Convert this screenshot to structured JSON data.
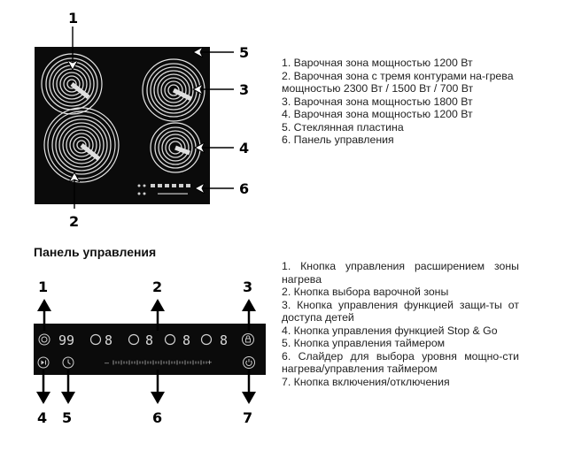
{
  "cooktop": {
    "callouts": [
      "1",
      "2",
      "3",
      "4",
      "5",
      "6"
    ],
    "legend": [
      "1. Варочная зона мощностью 1200 Вт",
      "2. Варочная зона с тремя контурами на-гревa мощностью 2300 Вт / 1500 Вт / 700 Вт",
      "3. Варочная зона мощностью 1800 Вт",
      "4. Варочная зона мощностью 1200 Вт",
      "5. Стеклянная пластина",
      "6. Панель управления"
    ]
  },
  "panel": {
    "title": "Панель управления",
    "callouts": [
      "1",
      "2",
      "3",
      "4",
      "5",
      "6",
      "7"
    ],
    "display_digits": "99",
    "zone_digit": "8",
    "slider_minus": "–",
    "slider_plus": "+",
    "legend": [
      "1. Кнопка управления расширением зоны нагрева",
      "2. Кнопка выбора варочной зоны",
      "3. Кнопка управления функцией защи-ты от доступа детей",
      "4. Кнопка управления функцией Stop & Go",
      "5. Кнопка управления таймером",
      "6. Слайдер для выбора уровня мощно-сти нагрева/управления таймером",
      "7. Кнопка включения/отключения"
    ]
  }
}
